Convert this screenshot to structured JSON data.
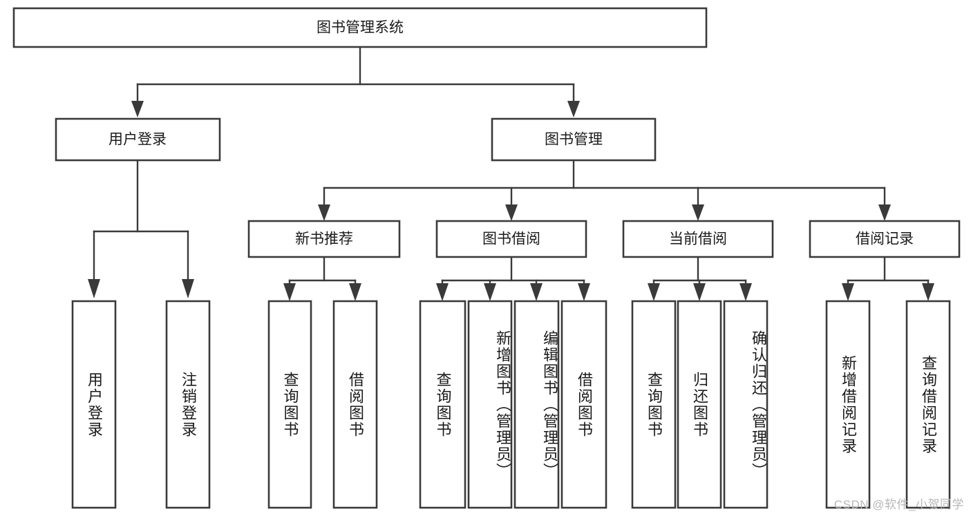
{
  "diagram": {
    "type": "tree-hierarchy",
    "title": "图书管理系统",
    "watermark": "CSDN @软件_小贺同学",
    "colors": {
      "box_stroke": "#3a3a3a",
      "box_fill": "#ffffff",
      "connector": "#3a3a3a",
      "text": "#1a1a1a",
      "watermark": "#b7b7b7",
      "background": "#ffffff"
    },
    "root": {
      "label": "图书管理系统"
    },
    "level2": [
      {
        "label": "用户登录"
      },
      {
        "label": "图书管理"
      }
    ],
    "level3": [
      {
        "label": "新书推荐"
      },
      {
        "label": "图书借阅"
      },
      {
        "label": "当前借阅"
      },
      {
        "label": "借阅记录"
      }
    ],
    "leaves": {
      "user_login": [
        {
          "label": "用户登录"
        },
        {
          "label": "注销登录"
        }
      ],
      "new_book_recommend": [
        {
          "label": "查询图书"
        },
        {
          "label": "借阅图书"
        }
      ],
      "book_borrow": [
        {
          "label": "查询图书"
        },
        {
          "label": "新增图书（管理员）"
        },
        {
          "label": "编辑图书（管理员）"
        },
        {
          "label": "借阅图书"
        }
      ],
      "current_borrow": [
        {
          "label": "查询图书"
        },
        {
          "label": "归还图书"
        },
        {
          "label": "确认归还（管理员）"
        }
      ],
      "borrow_record": [
        {
          "label": "新增借阅记录"
        },
        {
          "label": "查询借阅记录"
        }
      ]
    }
  }
}
